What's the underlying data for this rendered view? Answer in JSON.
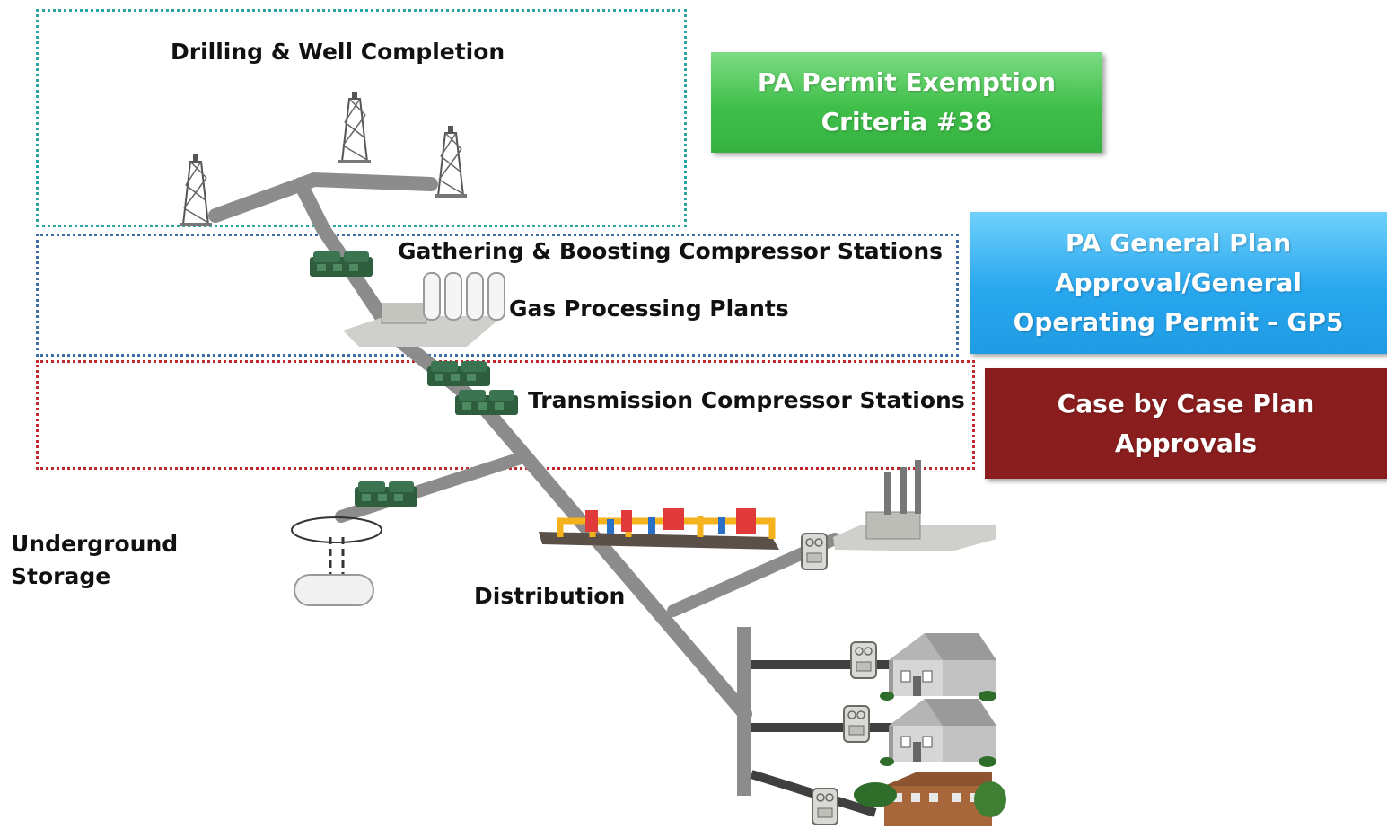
{
  "labels": {
    "drilling": "Drilling & Well Completion",
    "gathering": "Gathering & Boosting Compressor Stations",
    "processing": "Gas Processing Plants",
    "transmission": "Transmission Compressor Stations",
    "storage": "Underground Storage",
    "distribution": "Distribution"
  },
  "regulatory": {
    "exemption": "PA Permit Exemption\nCriteria #38",
    "general_plan": "PA General Plan\nApproval/General\nOperating  Permit - GP5",
    "case_by_case": "Case by Case Plan\nApprovals"
  },
  "colors": {
    "zone_drilling": "#2aa6a0",
    "zone_gathering": "#3d6ea8",
    "zone_transmission": "#c0282d",
    "pipeline": "#8c8c8c",
    "compressor": "#2e5e3e",
    "exemption_box": "#3fbf4a",
    "general_plan_box": "#28a7ee",
    "case_box": "#8a1e1e"
  }
}
